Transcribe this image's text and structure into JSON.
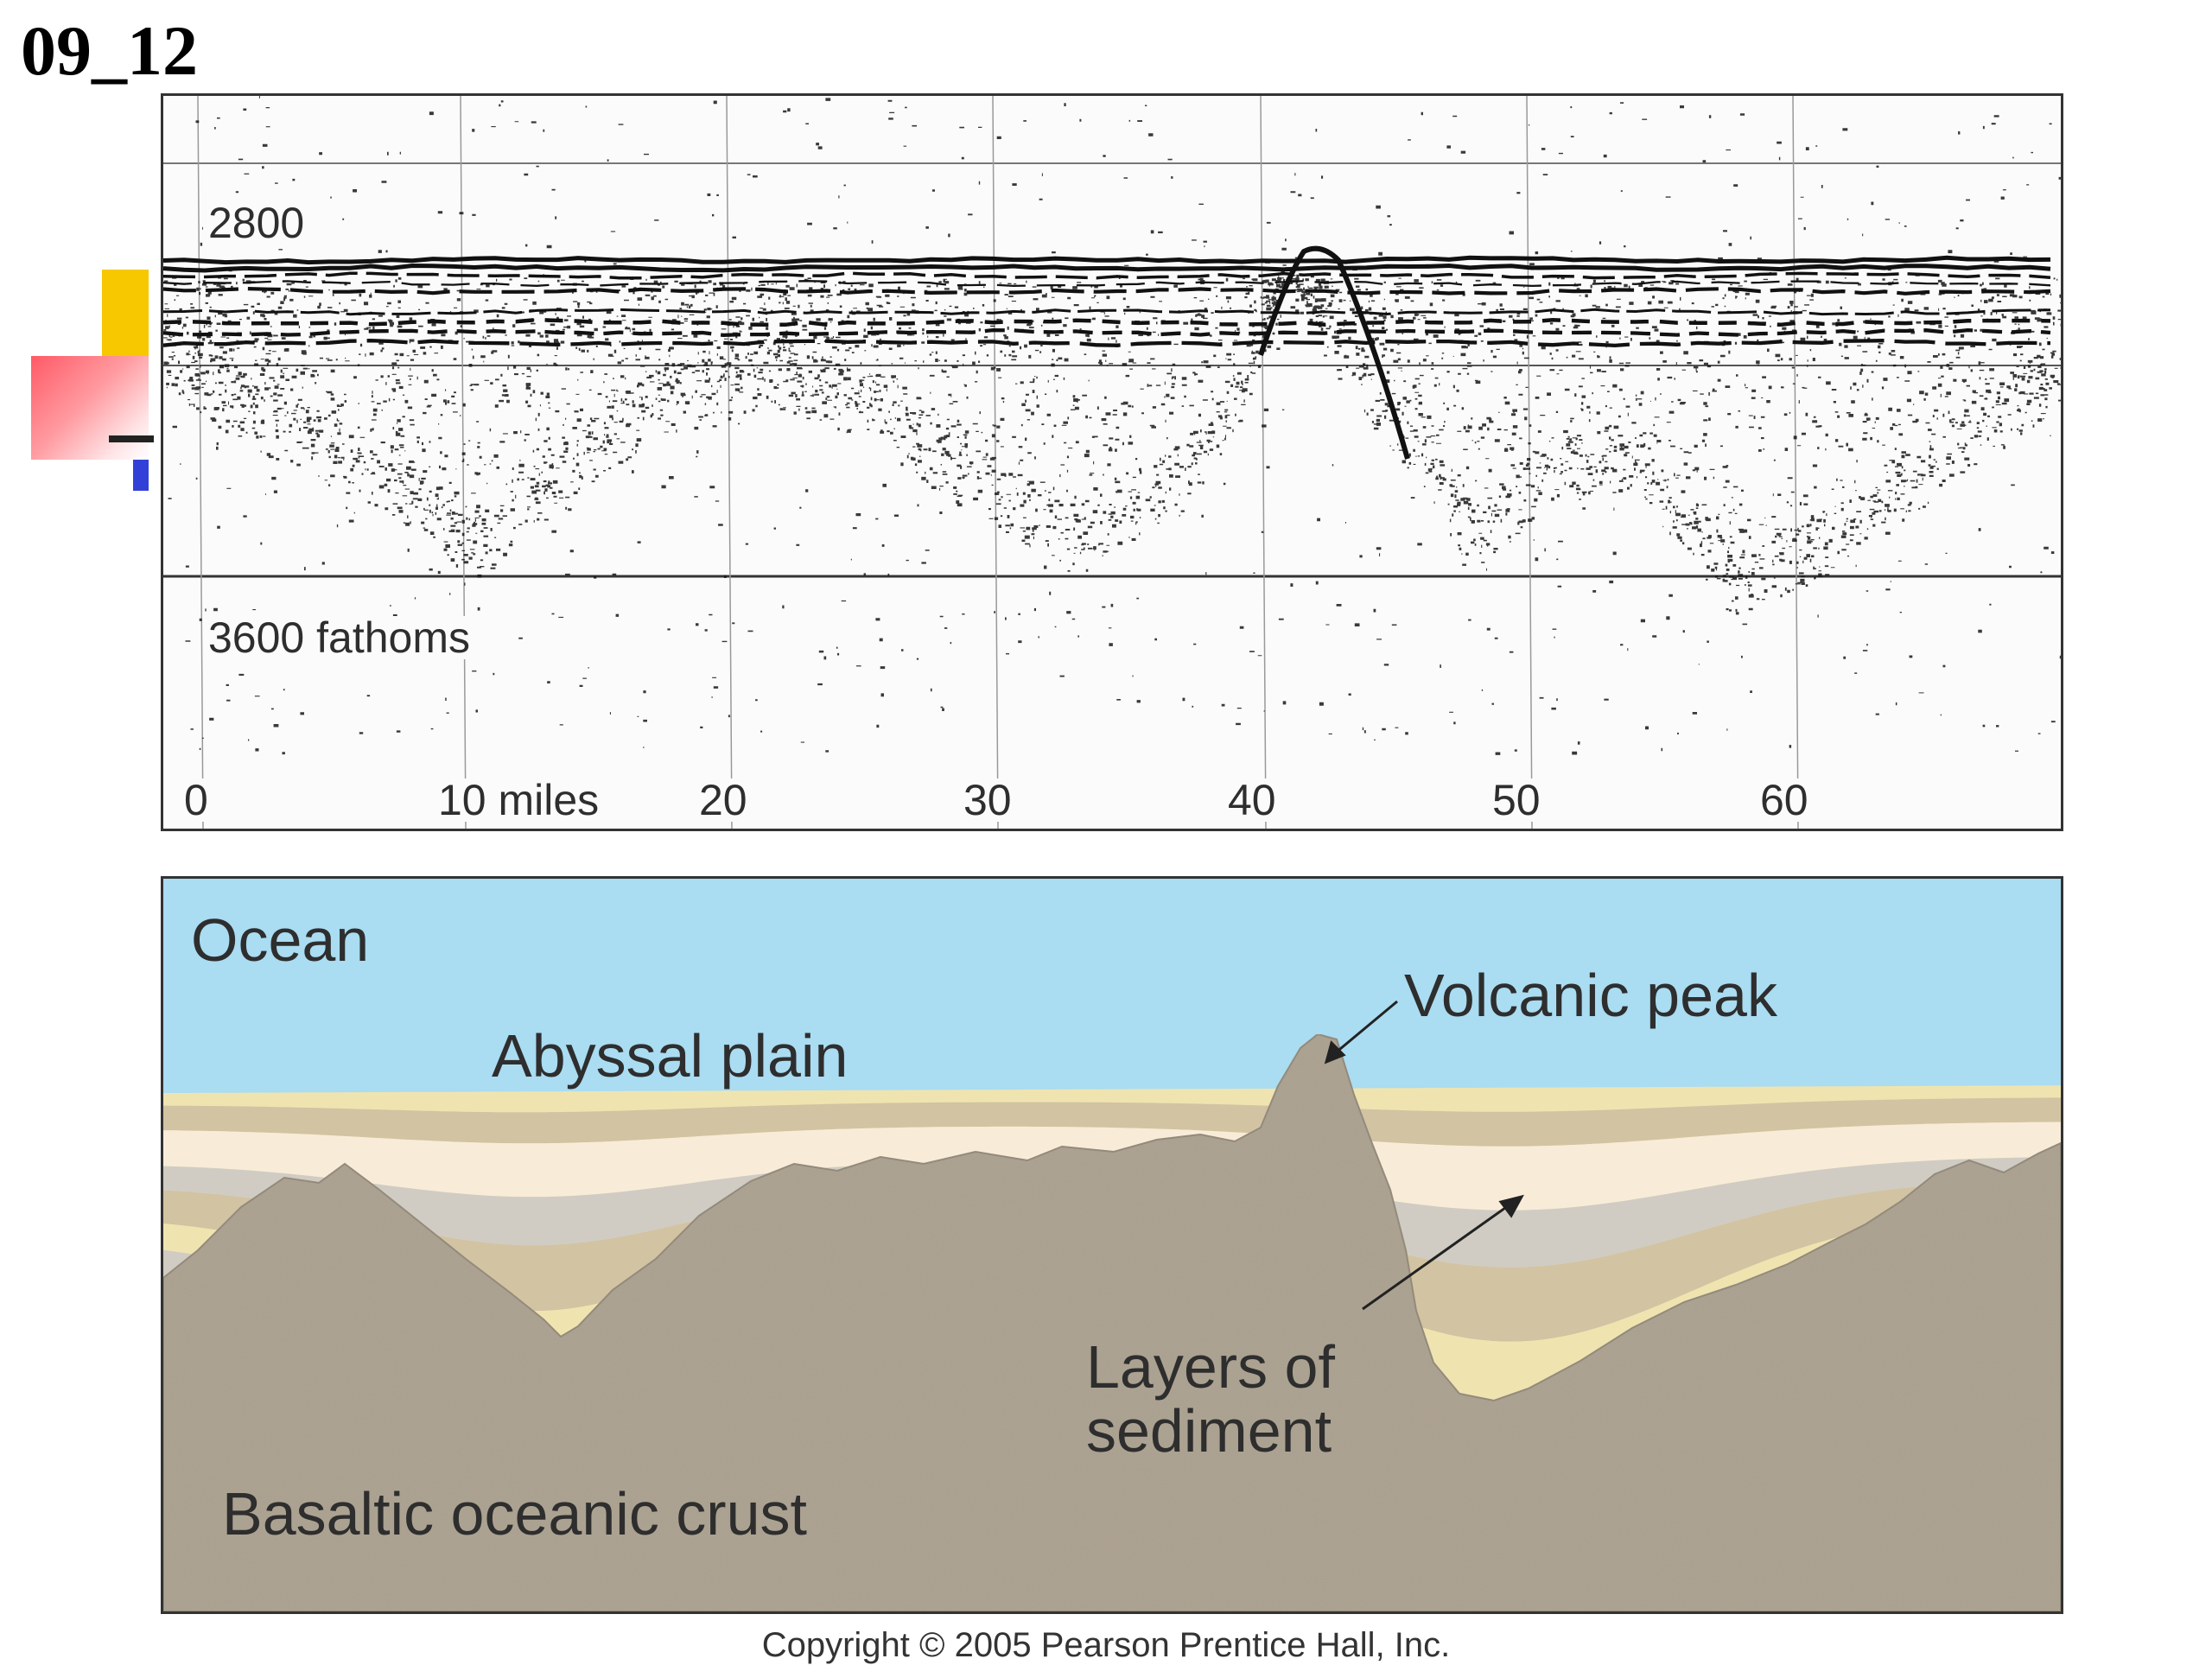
{
  "slide": {
    "title": "09_12",
    "copyright": "Copyright © 2005 Pearson Prentice Hall, Inc."
  },
  "sonar": {
    "depth_top_label": "2800",
    "depth_bottom_label": "3600 fathoms",
    "distance_ticks": [
      "0",
      "10 miles",
      "20",
      "30",
      "40",
      "50",
      "60"
    ]
  },
  "diagram": {
    "labels": {
      "ocean": "Ocean",
      "abyssal_plain": "Abyssal plain",
      "volcanic_peak": "Volcanic peak",
      "sediment_line1": "Layers of",
      "sediment_line2": "sediment",
      "crust": "Basaltic oceanic crust"
    },
    "colors": {
      "ocean": "#aadcf2",
      "crust": "#b0a593",
      "sediment_yellow": "#efe4b0",
      "sediment_tan": "#d2c3a2",
      "sediment_cream": "#f8ecd8",
      "sediment_gray": "#d0ccc4"
    }
  }
}
